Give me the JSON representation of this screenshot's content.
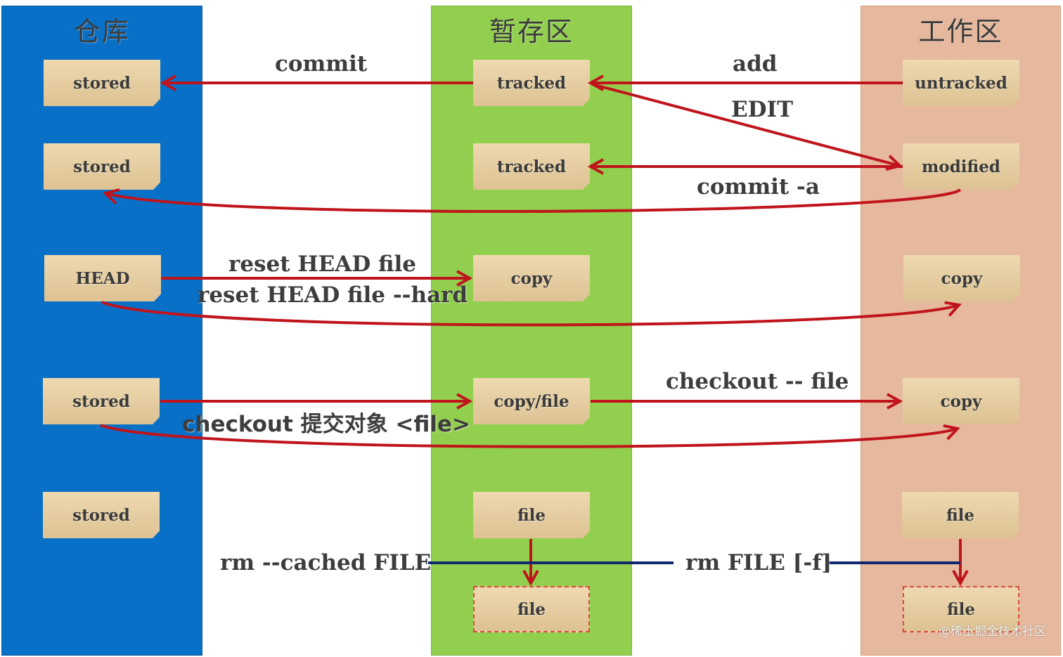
{
  "columns": {
    "repository": {
      "title": "仓库",
      "color": "#0870c6"
    },
    "staging": {
      "title": "暂存区",
      "color": "#93cf4f"
    },
    "working": {
      "title": "工作区",
      "color": "#e6b89d"
    }
  },
  "notes": {
    "repo_stored_1": "stored",
    "repo_stored_2": "stored",
    "repo_head": "HEAD",
    "repo_stored_3": "stored",
    "repo_stored_4": "stored",
    "stage_tracked_1": "tracked",
    "stage_tracked_2": "tracked",
    "stage_copy": "copy",
    "stage_copy_file": "copy/file",
    "stage_file": "file",
    "stage_file_removed": "file",
    "work_untracked": "untracked",
    "work_modified": "modified",
    "work_copy_1": "copy",
    "work_copy_2": "copy",
    "work_file": "file",
    "work_file_removed": "file"
  },
  "commands": {
    "commit": "commit",
    "add": "add",
    "edit": "EDIT",
    "commit_a": "commit -a",
    "reset_head_file": "reset HEAD file",
    "reset_head_file_hard": "reset HEAD file --hard",
    "checkout_file": "checkout -- file",
    "checkout_commit_file": "checkout  提交对象 <file>",
    "rm_cached": "rm  --cached FILE",
    "rm_file": "rm FILE [-f]"
  },
  "arrow_colors": {
    "red": "#c0141c",
    "navy": "#10286e"
  },
  "watermark": "@稀土掘金技术社区"
}
